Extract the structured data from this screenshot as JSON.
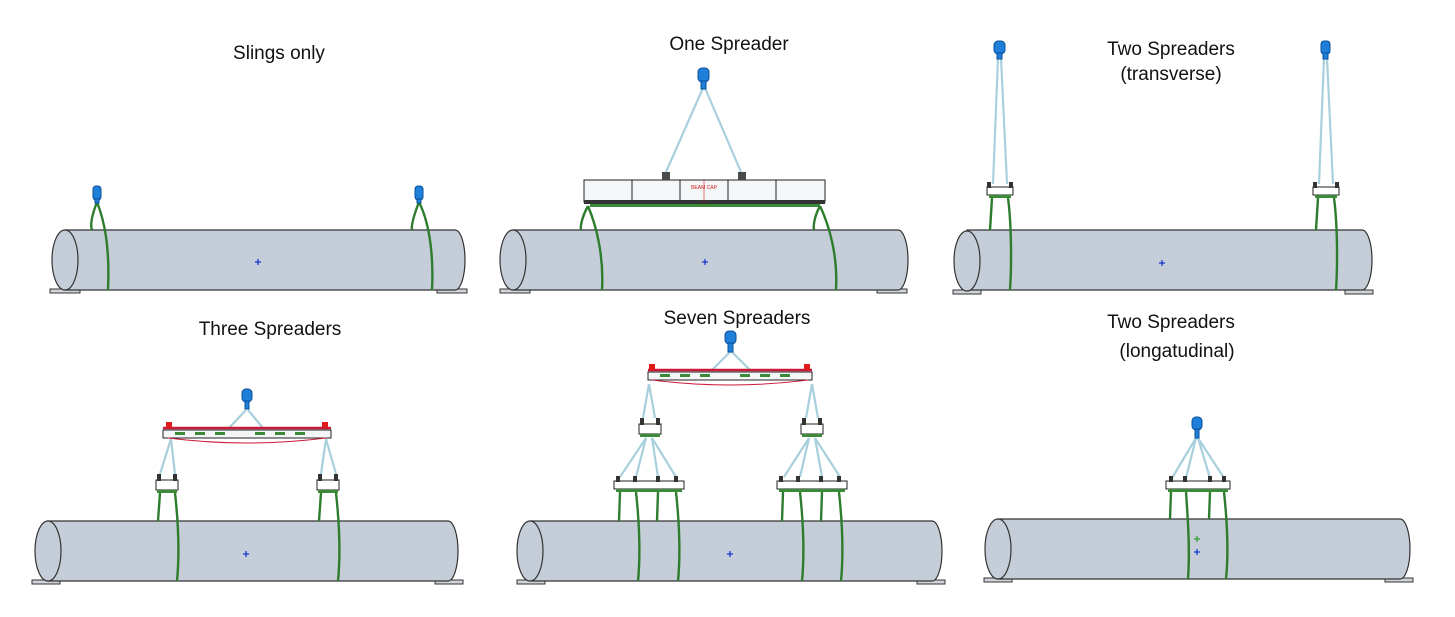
{
  "panels": [
    {
      "id": "slings-only",
      "title_lines": [
        "Slings only"
      ],
      "config": "slings"
    },
    {
      "id": "one-spreader",
      "title_lines": [
        "One Spreader"
      ],
      "config": "one"
    },
    {
      "id": "two-spreaders-transverse",
      "title_lines": [
        "Two Spreaders",
        "(transverse)"
      ],
      "config": "two-trans"
    },
    {
      "id": "three-spreaders",
      "title_lines": [
        "Three Spreaders"
      ],
      "config": "three"
    },
    {
      "id": "seven-spreaders",
      "title_lines": [
        "Seven Spreaders"
      ],
      "config": "seven"
    },
    {
      "id": "two-spreaders-longitudinal",
      "title_lines": [
        "Two Spreaders",
        "(longatudinal)"
      ],
      "config": "two-long"
    }
  ],
  "colors": {
    "pipe": "#c5ced8",
    "sling": "#2e7d2e",
    "rope": "#a8d0dc",
    "hook": "#1e7fd8",
    "spreader_accent": "#cc1a3a",
    "center_mark": "#1030d0"
  },
  "spreader_label": "BEAM CAP"
}
